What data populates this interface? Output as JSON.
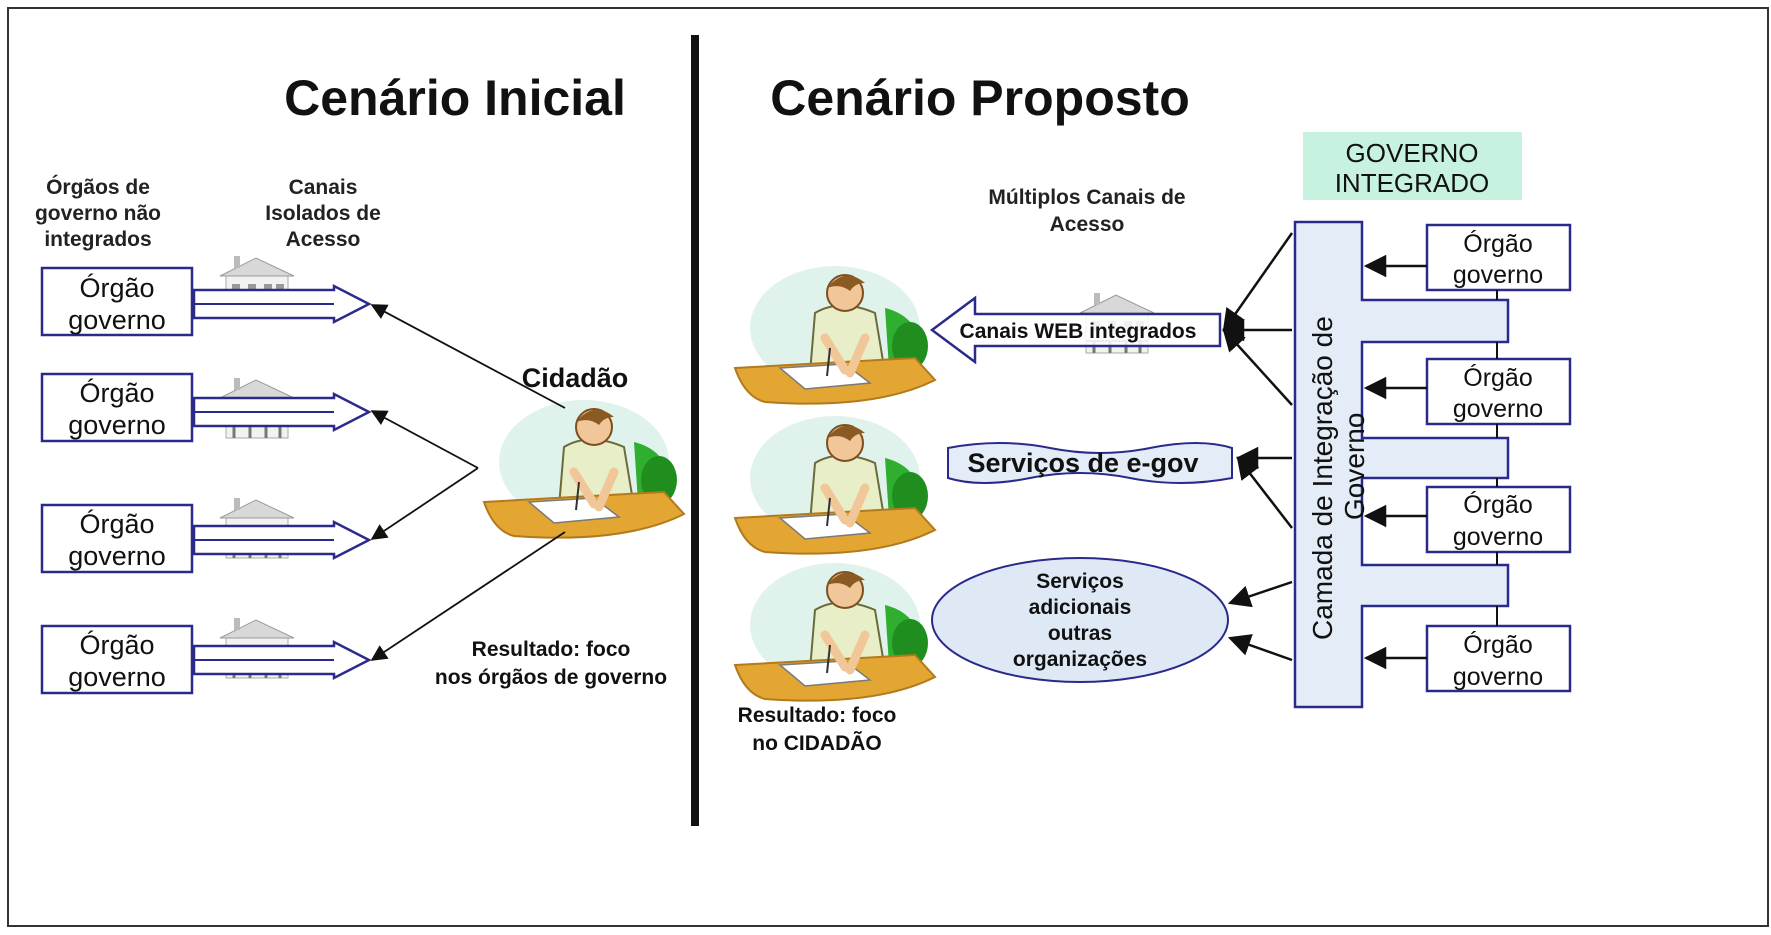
{
  "left": {
    "title": "Cenário Inicial",
    "caption_orgaos": [
      "Órgãos de",
      "governo não",
      "integrados"
    ],
    "caption_canais": [
      "Canais",
      "Isolados de",
      "Acesso"
    ],
    "orgao_boxes": [
      {
        "line1": "Órgão",
        "line2": "governo"
      },
      {
        "line1": "Órgão",
        "line2": "governo"
      },
      {
        "line1": "Órgão",
        "line2": "governo"
      },
      {
        "line1": "Órgão",
        "line2": "governo"
      }
    ],
    "cidadao_label": "Cidadão",
    "result": [
      "Resultado: foco",
      "nos órgãos de governo"
    ]
  },
  "right": {
    "title": "Cenário Proposto",
    "multiplos_canais": [
      "Múltiplos Canais de",
      "Acesso"
    ],
    "governo_integrado": [
      "GOVERNO",
      "INTEGRADO"
    ],
    "canais_web": "Canais WEB integrados",
    "servicos_egov": "Serviços de  e-gov",
    "servicos_adicionais": [
      "Serviços",
      "adicionais",
      "outras",
      "organizações"
    ],
    "camada_label": [
      "Camada de Integração de",
      "Governo"
    ],
    "orgao_boxes": [
      {
        "line1": "Órgão",
        "line2": "governo"
      },
      {
        "line1": "Órgão",
        "line2": "governo"
      },
      {
        "line1": "Órgão",
        "line2": "governo"
      },
      {
        "line1": "Órgão",
        "line2": "governo"
      }
    ],
    "result": [
      "Resultado: foco",
      "no CIDADÃO"
    ]
  },
  "colors": {
    "box_border": "#2a2a8a",
    "box_fill": "#ffffff",
    "layer_fill": "#e3ecf7",
    "layer_border": "#2a2a8a",
    "gov_integrado_bg": "#c8f2e0",
    "ellipse_fill": "#dfe9f6",
    "desk": "#e3a633",
    "chair_green": "#2fae2f",
    "divider": "#111111"
  },
  "icons": [
    "building-icon",
    "citizen-at-desk-icon"
  ]
}
